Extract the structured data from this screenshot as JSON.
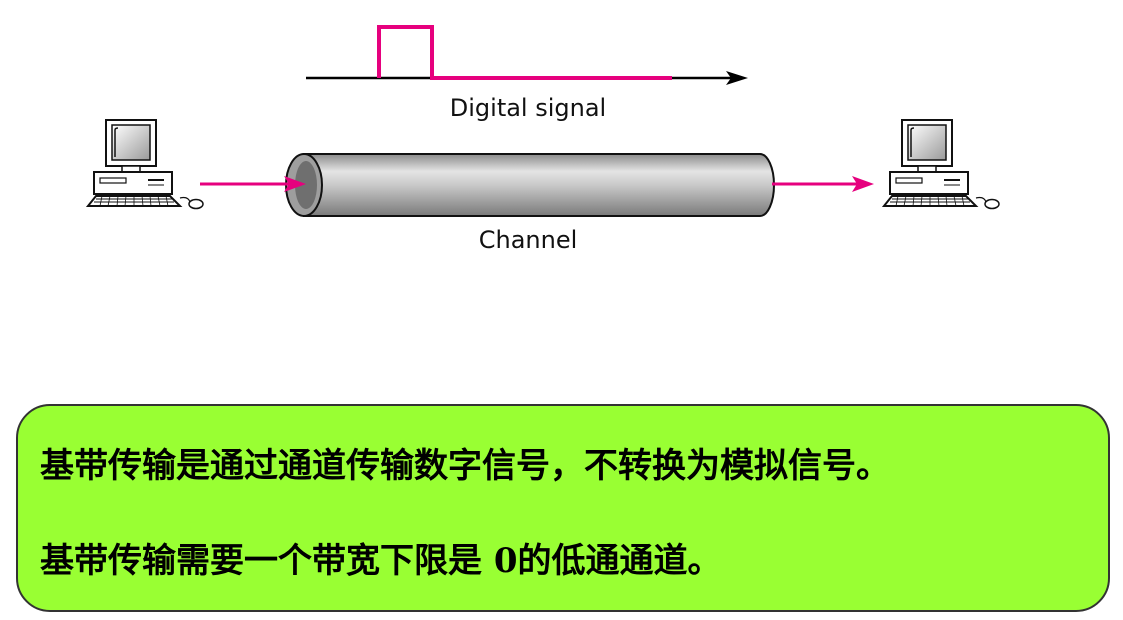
{
  "diagram": {
    "signal_label": "Digital signal",
    "channel_label": "Channel",
    "colors": {
      "signal": "#e6007e",
      "arrow": "#e6007e",
      "axis": "#000000",
      "channel": "#bdbdbd"
    }
  },
  "notes": {
    "line1": "基带传输是通过通道传输数字信号，不转换为模拟信号。",
    "line2": "基带传输需要一个带宽下限是 0的低通通道。",
    "background": "#99ff33"
  }
}
